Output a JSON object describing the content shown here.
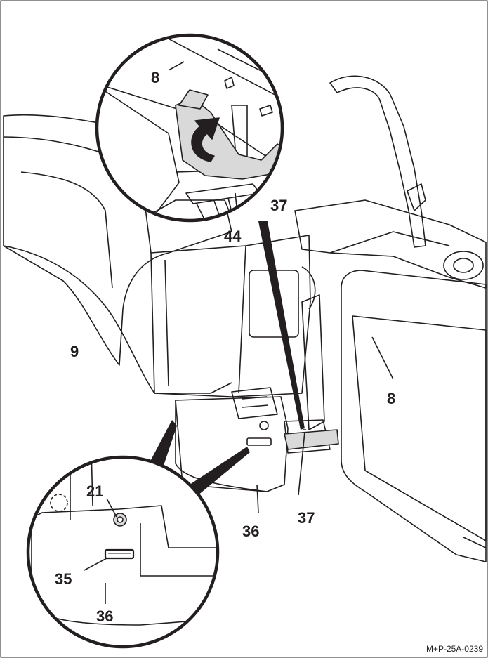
{
  "figure_code": "M+P-25A-0239",
  "callouts": {
    "c8_top": "8",
    "c37_top": "37",
    "c44": "44",
    "c9": "9",
    "c8_right": "8",
    "c37_bottom": "37",
    "c36_mid": "36",
    "c21": "21",
    "c35": "35",
    "c36_bottom": "36"
  },
  "colors": {
    "line": "#231f20",
    "highlight": "#d9d9d9",
    "background": "#ffffff"
  }
}
